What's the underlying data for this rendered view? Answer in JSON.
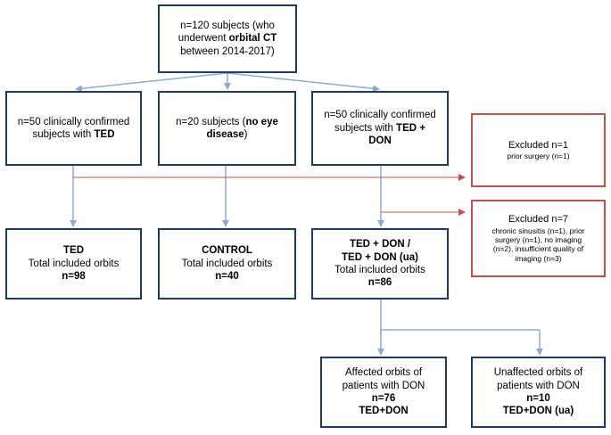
{
  "top": {
    "line1": "n=120 subjects (who",
    "line2_a": "underwent ",
    "line2_b": "orbital CT",
    "line3": "between 2014-2017)"
  },
  "ted_subjects": {
    "line1": "n=50 clinically confirmed",
    "line2_a": "subjects with ",
    "line2_b": "TED"
  },
  "control_subjects": {
    "line1_a": "n=20 subjects (",
    "line1_b": "no eye",
    "line2_b": "disease",
    "line2_c": ")"
  },
  "don_subjects": {
    "line1": "n=50 clinically confirmed",
    "line2_a": "subjects with ",
    "line2_b": "TED +",
    "line3_b": "DON"
  },
  "excluded1": {
    "title": "Excluded n=1",
    "detail": "prior surgery (n=1)"
  },
  "excluded2": {
    "title": "Excluded n=7",
    "line1": "chronic sinusitis (n=1), prior",
    "line2": "surgery (n=1), no imaging",
    "line3": "(n=2), insufficient quality of",
    "line4": "imaging (n=3)"
  },
  "ted_orbits": {
    "title": "TED",
    "line2": "Total included orbits",
    "count": "n=98"
  },
  "control_orbits": {
    "title": "CONTROL",
    "line2": "Total included orbits",
    "count": "n=40"
  },
  "don_orbits": {
    "title1": "TED + DON /",
    "title2": "TED + DON (ua)",
    "line3": "Total included orbits",
    "count": "n=86"
  },
  "affected": {
    "line1": "Affected orbits of",
    "line2": "patients with DON",
    "count": "n=76",
    "group": "TED+DON"
  },
  "unaffected": {
    "line1": "Unaffected orbits of",
    "line2": "patients with DON",
    "count": "n=10",
    "group": "TED+DON (ua)"
  },
  "colors": {
    "box_border": "#1f3a5c",
    "arrow_blue": "#8eaad0",
    "excluded_red": "#c0504d"
  }
}
